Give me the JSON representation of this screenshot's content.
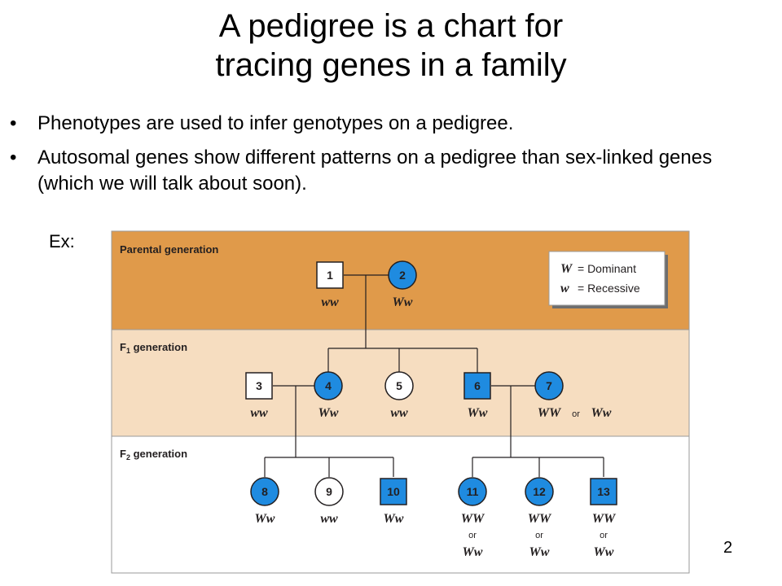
{
  "slide": {
    "title_line1": "A pedigree is a chart for",
    "title_line2": "tracing genes in a family",
    "bullets": [
      "Phenotypes are used to infer genotypes on a pedigree.",
      "Autosomal genes show different patterns on a pedigree than sex-linked genes (which we will talk about soon)."
    ],
    "example_label": "Ex:",
    "page_number": "2"
  },
  "pedigree": {
    "bands": {
      "parental": "Parental generation",
      "f1_prefix": "F",
      "f1_sub": "1",
      "f1_suffix": " generation",
      "f2_prefix": "F",
      "f2_sub": "2",
      "f2_suffix": " generation"
    },
    "legend": {
      "dominant_symbol": "W",
      "dominant_text": "= Dominant",
      "recessive_symbol": "w",
      "recessive_text": "= Recessive"
    },
    "individuals": [
      {
        "id": "1",
        "sex": "male",
        "affected": false,
        "genotype": "ww"
      },
      {
        "id": "2",
        "sex": "female",
        "affected": true,
        "genotype": "Ww"
      },
      {
        "id": "3",
        "sex": "male",
        "affected": false,
        "genotype": "ww"
      },
      {
        "id": "4",
        "sex": "female",
        "affected": true,
        "genotype": "Ww"
      },
      {
        "id": "5",
        "sex": "female",
        "affected": false,
        "genotype": "ww"
      },
      {
        "id": "6",
        "sex": "male",
        "affected": true,
        "genotype": "Ww"
      },
      {
        "id": "7",
        "sex": "female",
        "affected": true,
        "genotype_a": "WW",
        "or": "or",
        "genotype_b": "Ww"
      },
      {
        "id": "8",
        "sex": "female",
        "affected": true,
        "genotype": "Ww"
      },
      {
        "id": "9",
        "sex": "female",
        "affected": false,
        "genotype": "ww"
      },
      {
        "id": "10",
        "sex": "male",
        "affected": true,
        "genotype": "Ww"
      },
      {
        "id": "11",
        "sex": "female",
        "affected": true,
        "genotype_a": "WW",
        "or": "or",
        "genotype_b": "Ww"
      },
      {
        "id": "12",
        "sex": "female",
        "affected": true,
        "genotype_a": "WW",
        "or": "or",
        "genotype_b": "Ww"
      },
      {
        "id": "13",
        "sex": "male",
        "affected": true,
        "genotype_a": "WW",
        "or": "or",
        "genotype_b": "Ww"
      }
    ],
    "colors": {
      "parental_band": "#e09a4a",
      "f1_band": "#f6ddc0",
      "f2_band": "#ffffff",
      "affected": "#1f8be0",
      "unaffected": "#ffffff",
      "genotype_text": "#231f20"
    }
  }
}
